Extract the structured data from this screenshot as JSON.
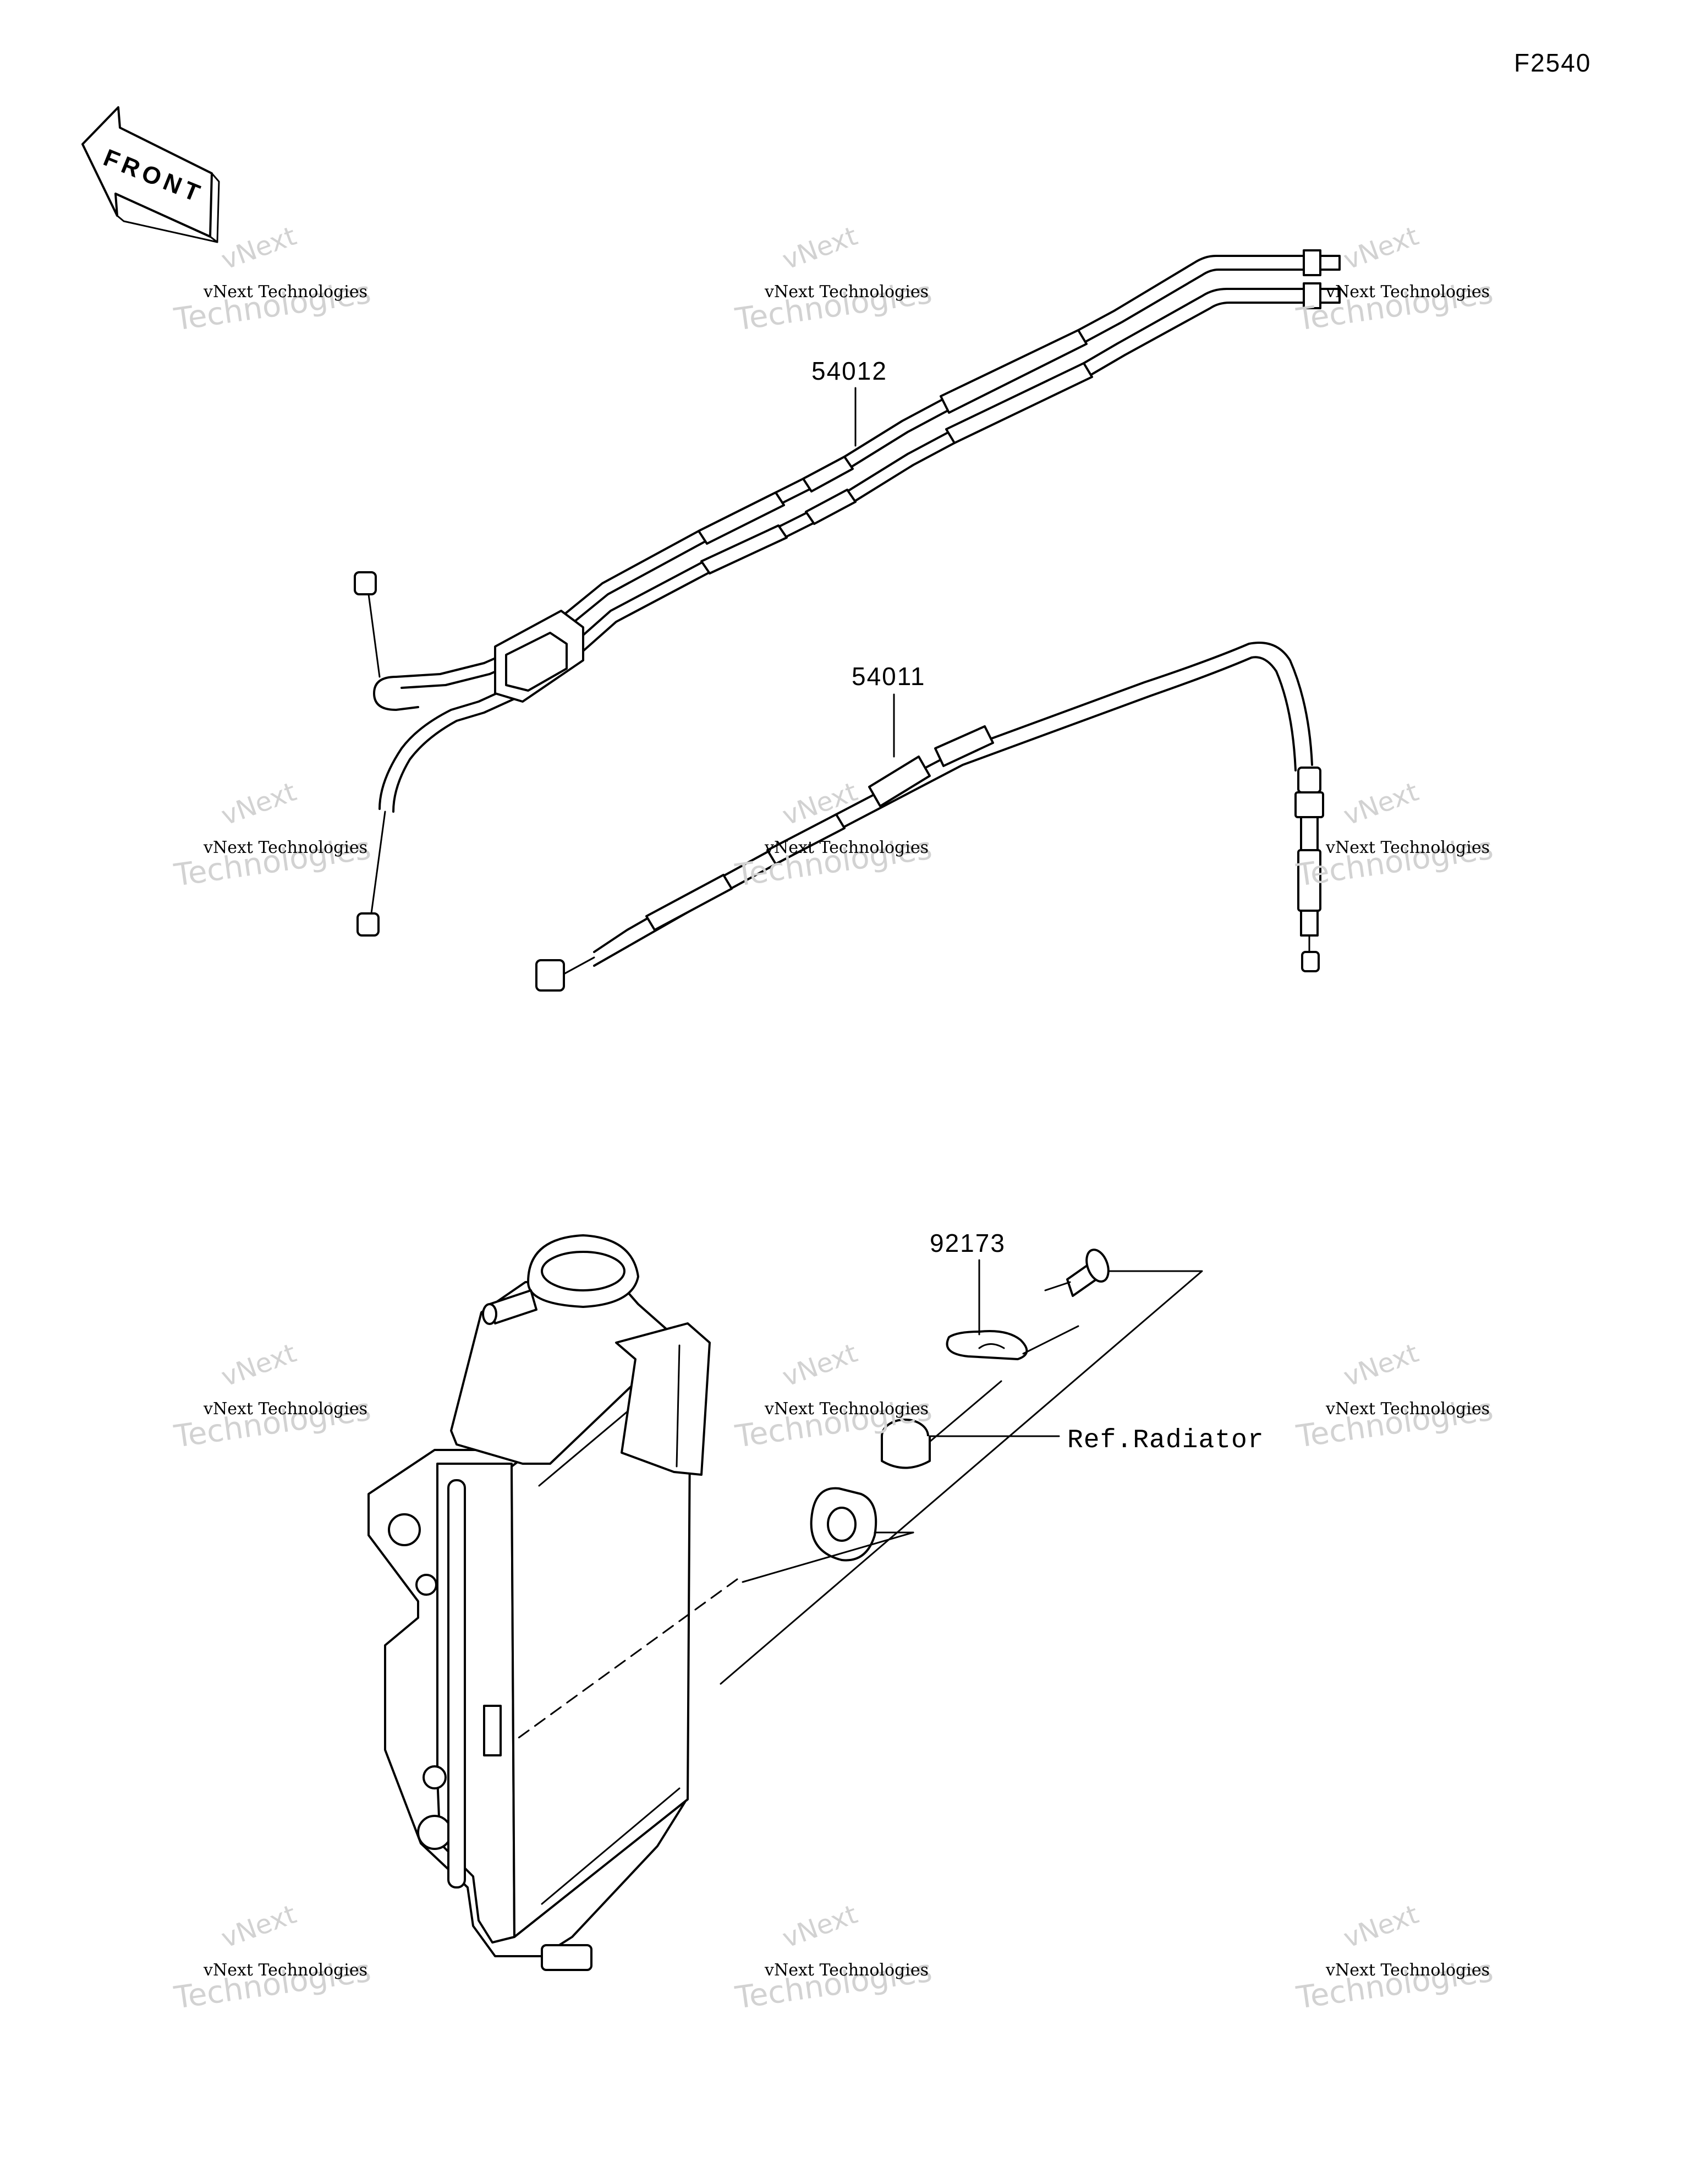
{
  "figure_code": "F2540",
  "front_indicator": "FRONT",
  "callouts": {
    "throttle_cable": "54012",
    "clutch_cable": "54011",
    "clamp": "92173",
    "reference": "Ref.Radiator"
  },
  "watermark": {
    "brand": "vNext",
    "company": "vNext Technologies",
    "word": "Technologies"
  }
}
